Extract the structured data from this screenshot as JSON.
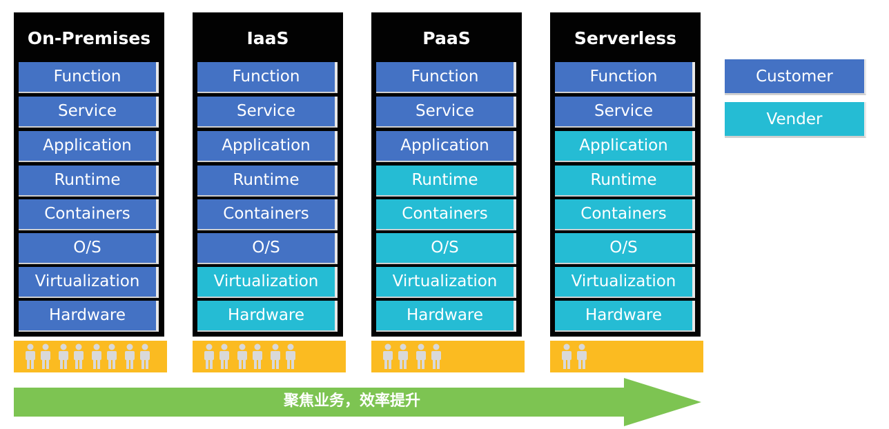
{
  "colors": {
    "customer": "#4472c4",
    "vendor": "#25bcd4",
    "stack_bg": "#020202",
    "people_bar": "#fbbb21",
    "arrow": "#7dc452",
    "person_icon": "#d9d9d9"
  },
  "stacks": [
    {
      "title": "On-Premises",
      "layers": [
        {
          "label": "Function",
          "owner": "customer"
        },
        {
          "label": "Service",
          "owner": "customer"
        },
        {
          "label": "Application",
          "owner": "customer"
        },
        {
          "label": "Runtime",
          "owner": "customer"
        },
        {
          "label": "Containers",
          "owner": "customer"
        },
        {
          "label": "O/S",
          "owner": "customer"
        },
        {
          "label": "Virtualization",
          "owner": "customer"
        },
        {
          "label": "Hardware",
          "owner": "customer"
        }
      ],
      "people_count": 8
    },
    {
      "title": "IaaS",
      "layers": [
        {
          "label": "Function",
          "owner": "customer"
        },
        {
          "label": "Service",
          "owner": "customer"
        },
        {
          "label": "Application",
          "owner": "customer"
        },
        {
          "label": "Runtime",
          "owner": "customer"
        },
        {
          "label": "Containers",
          "owner": "customer"
        },
        {
          "label": "O/S",
          "owner": "customer"
        },
        {
          "label": "Virtualization",
          "owner": "vendor"
        },
        {
          "label": "Hardware",
          "owner": "vendor"
        }
      ],
      "people_count": 6
    },
    {
      "title": "PaaS",
      "layers": [
        {
          "label": "Function",
          "owner": "customer"
        },
        {
          "label": "Service",
          "owner": "customer"
        },
        {
          "label": "Application",
          "owner": "customer"
        },
        {
          "label": "Runtime",
          "owner": "vendor"
        },
        {
          "label": "Containers",
          "owner": "vendor"
        },
        {
          "label": "O/S",
          "owner": "vendor"
        },
        {
          "label": "Virtualization",
          "owner": "vendor"
        },
        {
          "label": "Hardware",
          "owner": "vendor"
        }
      ],
      "people_count": 4
    },
    {
      "title": "Serverless",
      "layers": [
        {
          "label": "Function",
          "owner": "customer"
        },
        {
          "label": "Service",
          "owner": "customer"
        },
        {
          "label": "Application",
          "owner": "vendor"
        },
        {
          "label": "Runtime",
          "owner": "vendor"
        },
        {
          "label": "Containers",
          "owner": "vendor"
        },
        {
          "label": "O/S",
          "owner": "vendor"
        },
        {
          "label": "Virtualization",
          "owner": "vendor"
        },
        {
          "label": "Hardware",
          "owner": "vendor"
        }
      ],
      "people_count": 2
    }
  ],
  "legend": {
    "customer": "Customer",
    "vendor": "Vender"
  },
  "arrow": {
    "label": "聚焦业务，效率提升"
  }
}
